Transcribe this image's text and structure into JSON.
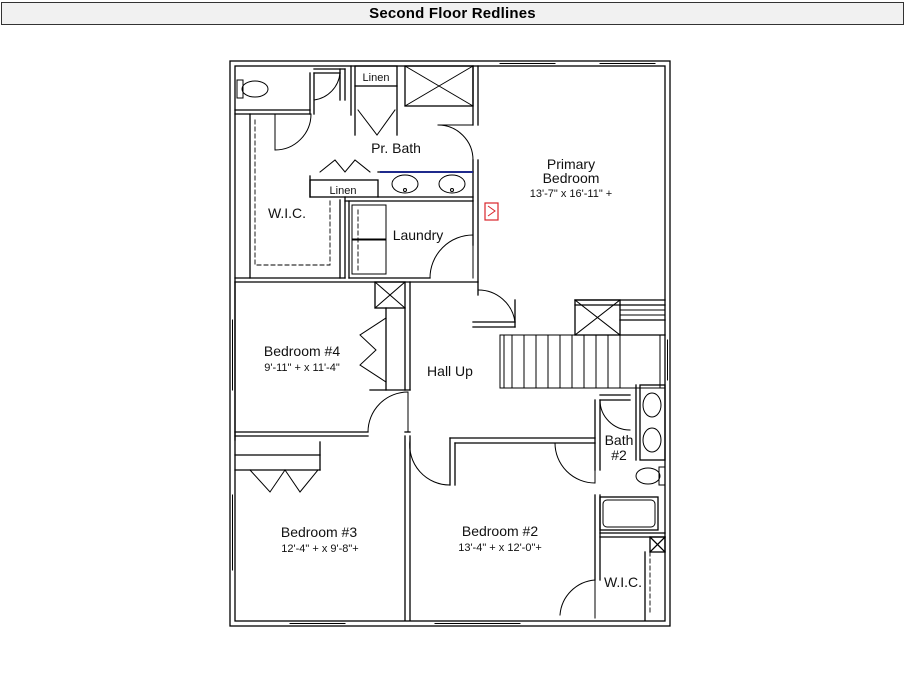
{
  "header": {
    "title": "Second Floor Redlines"
  },
  "rooms": {
    "primary_bedroom": {
      "name_line1": "Primary",
      "name_line2": "Bedroom",
      "dims": "13'-7\" x 16'-11\" +"
    },
    "pr_bath": {
      "name": "Pr. Bath"
    },
    "linen_top": {
      "name": "Linen"
    },
    "linen_mid": {
      "name": "Linen"
    },
    "wic_top": {
      "name": "W.I.C."
    },
    "laundry": {
      "name": "Laundry"
    },
    "bedroom4": {
      "name": "Bedroom #4",
      "dims": "9'-11\" + x 11'-4\""
    },
    "hall": {
      "name": "Hall Up"
    },
    "bath2": {
      "name_line1": "Bath",
      "name_line2": "#2"
    },
    "bedroom3": {
      "name": "Bedroom #3",
      "dims": "12'-4\" + x 9'-8\"+"
    },
    "bedroom2": {
      "name": "Bedroom #2",
      "dims": "13'-4\" + x 12'-0\"+"
    },
    "wic_bottom": {
      "name": "W.I.C."
    }
  },
  "colors": {
    "wall": "#000000",
    "redline": "#d9242b",
    "counter_line": "#1f2a8c"
  }
}
